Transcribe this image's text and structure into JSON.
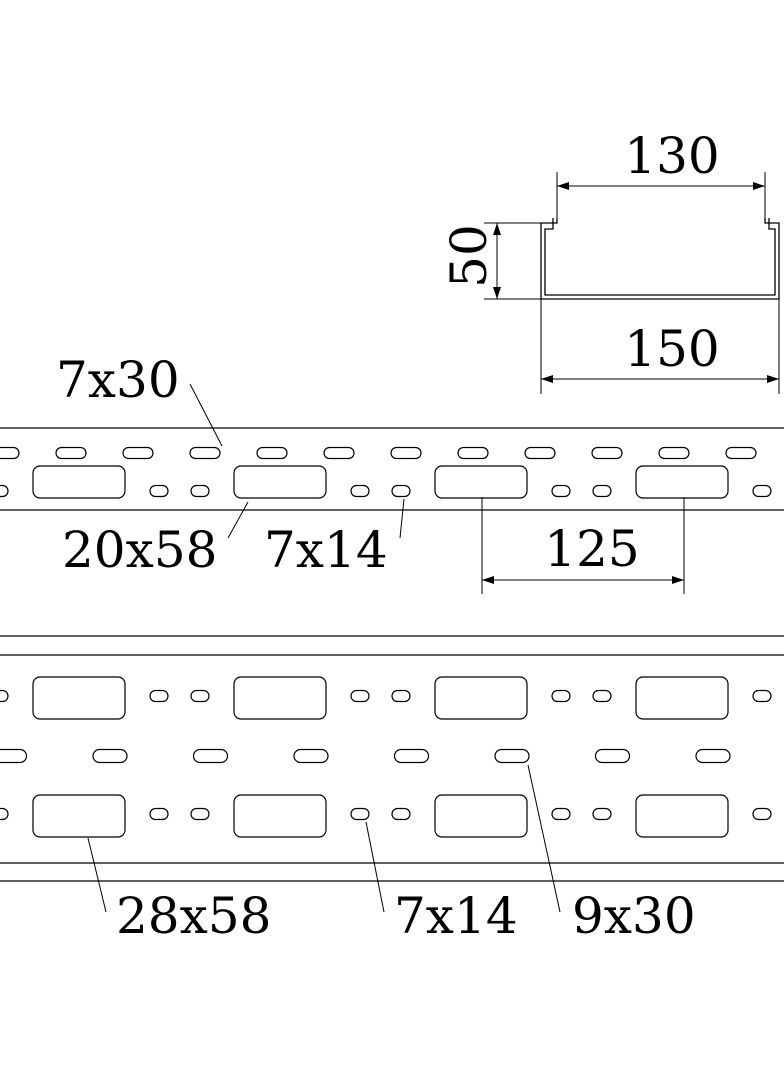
{
  "profile": {
    "width_top": "130",
    "height": "50",
    "width_bottom": "150"
  },
  "side_strip": {
    "labels": {
      "upper_slot": "7x30",
      "large_hole": "20x58",
      "small_hole": "7x14",
      "pitch": "125"
    }
  },
  "base_strip": {
    "labels": {
      "large_hole": "28x58",
      "small_hole": "7x14",
      "center_slot": "9x30"
    }
  },
  "colors": {
    "line": "#000000",
    "background": "#ffffff"
  }
}
